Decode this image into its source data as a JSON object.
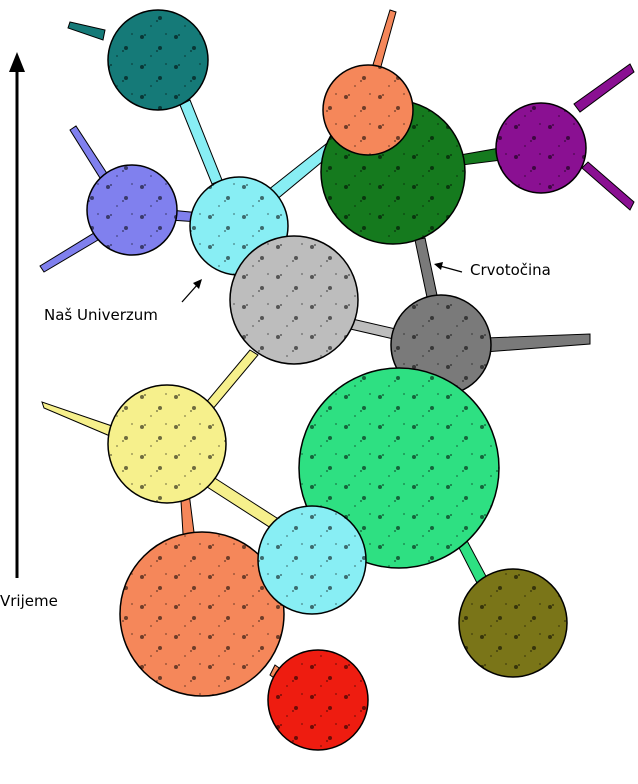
{
  "labels": {
    "time_axis": "Vrijeme",
    "our_universe": "Naš Univerzum",
    "wormhole": "Crvotočina"
  },
  "universes": [
    {
      "id": "teal-top",
      "color": "#157a78"
    },
    {
      "id": "periwinkle",
      "color": "#8080ee"
    },
    {
      "id": "cyan-ours",
      "color": "#88eef4"
    },
    {
      "id": "orange-small",
      "color": "#f5875a"
    },
    {
      "id": "dark-green",
      "color": "#157a1e"
    },
    {
      "id": "purple",
      "color": "#8a1092"
    },
    {
      "id": "silver",
      "color": "#bdbdbd"
    },
    {
      "id": "dark-gray",
      "color": "#7a7a7a"
    },
    {
      "id": "pale-yellow",
      "color": "#f6f08c"
    },
    {
      "id": "spring-green",
      "color": "#2ee082"
    },
    {
      "id": "cyan-lower",
      "color": "#88eef4"
    },
    {
      "id": "orange-big",
      "color": "#f5875a"
    },
    {
      "id": "olive",
      "color": "#7a7518"
    },
    {
      "id": "red",
      "color": "#ee1c10"
    }
  ]
}
